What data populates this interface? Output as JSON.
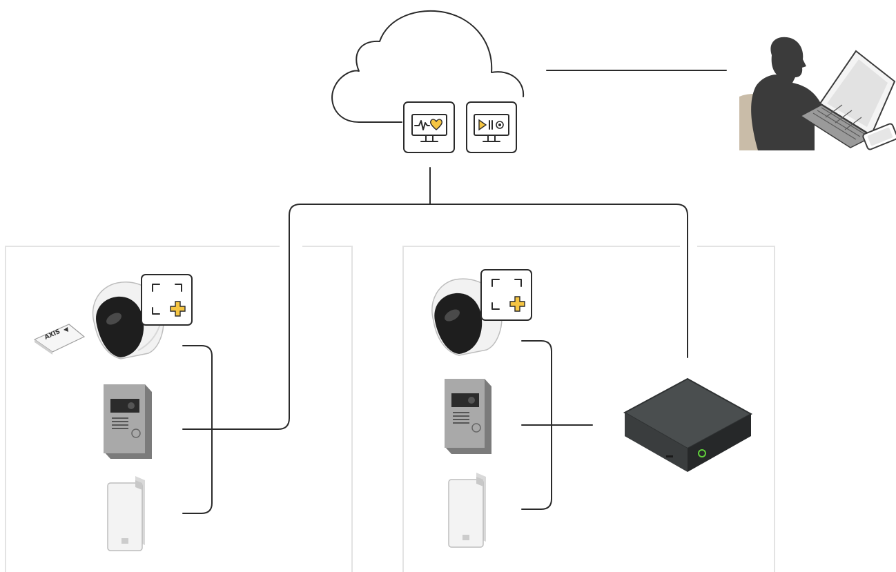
{
  "colors": {
    "line": "#2a2a2a",
    "frame": "#e3e3e3",
    "accent": "#f5c542",
    "skin_dark": "#3b3b3b",
    "chair": "#c9bca8",
    "device_dark": "#2f3233",
    "device_top": "#4a4e4f",
    "led": "#5fcf3a"
  },
  "nodes": {
    "cloud": {
      "icon": "cloud-icon"
    },
    "cloud_service_monitoring": {
      "icon": "health-monitor-icon"
    },
    "cloud_service_video": {
      "icon": "video-playback-icon"
    },
    "user": {
      "icon": "user-at-laptop-icon"
    },
    "site_a": {
      "analytics_badge": {
        "icon": "add-scene-icon"
      },
      "devices": [
        {
          "name": "dome-camera",
          "icon": "dome-camera-icon"
        },
        {
          "name": "sd-card",
          "icon": "sd-card-icon",
          "label": "AXIS"
        },
        {
          "name": "door-station",
          "icon": "intercom-icon"
        },
        {
          "name": "speaker",
          "icon": "speaker-icon"
        }
      ]
    },
    "site_b": {
      "analytics_badge": {
        "icon": "add-scene-icon"
      },
      "devices": [
        {
          "name": "dome-camera",
          "icon": "dome-camera-icon"
        },
        {
          "name": "door-station",
          "icon": "intercom-icon"
        },
        {
          "name": "speaker",
          "icon": "speaker-icon"
        },
        {
          "name": "recorder",
          "icon": "network-recorder-icon"
        }
      ]
    }
  }
}
